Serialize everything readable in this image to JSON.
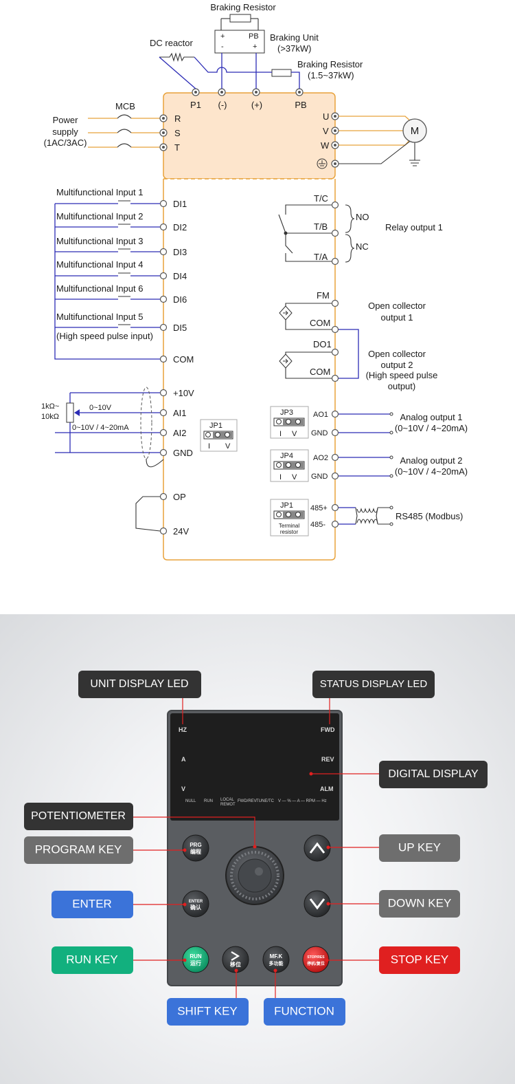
{
  "wiring": {
    "top": {
      "braking_resistor": "Braking Resistor",
      "braking_unit": "Braking Unit",
      "braking_unit_power": "(>37kW)",
      "dc_reactor": "DC reactor",
      "braking_resistor_2": "Braking Resistor",
      "braking_resistor_2_power": "(1.5~37kW)",
      "unit_plus": "+",
      "unit_pb": "PB",
      "unit_minus": "-",
      "unit_plus2": "+"
    },
    "dc_terminals": [
      "P1",
      "(-)",
      "(+)",
      "PB"
    ],
    "power": {
      "mcb": "MCB",
      "label_1": "Power",
      "label_2": "supply",
      "label_3": "(1AC/3AC)",
      "terminals": [
        "R",
        "S",
        "T"
      ]
    },
    "motor": {
      "terminals": [
        "U",
        "V",
        "W"
      ],
      "symbol": "M"
    },
    "inputs": [
      {
        "label": "Multifunctional Input 1",
        "terminal": "DI1"
      },
      {
        "label": "Multifunctional Input 2",
        "terminal": "DI2"
      },
      {
        "label": "Multifunctional Input 3",
        "terminal": "DI3"
      },
      {
        "label": "Multifunctional Input 4",
        "terminal": "DI4"
      },
      {
        "label": "Multifunctional Input 6",
        "terminal": "DI6"
      },
      {
        "label": "Multifunctional Input 5",
        "terminal": "DI5"
      }
    ],
    "input5_note": "(High speed pulse input)",
    "com": "COM",
    "analog_in": {
      "terminals": [
        "+10V",
        "AI1",
        "AI2",
        "GND"
      ],
      "pot_1": "1kΩ~",
      "pot_2": "10kΩ",
      "ai1_range": "0~10V",
      "ai2_range": "0~10V / 4~20mA",
      "jp1": "JP1",
      "i": "I",
      "v": "V"
    },
    "op": "OP",
    "v24": "24V",
    "relay": {
      "terminals": [
        "T/C",
        "T/B",
        "T/A"
      ],
      "no": "NO",
      "nc": "NC",
      "label": "Relay output 1"
    },
    "oc1": {
      "terminals": [
        "FM",
        "COM"
      ],
      "label_1": "Open collector",
      "label_2": "output 1"
    },
    "oc2": {
      "terminals": [
        "DO1",
        "COM"
      ],
      "label_1": "Open collector",
      "label_2": "output 2",
      "label_3": "(High speed pulse",
      "label_4": "output)"
    },
    "ao1": {
      "jp": "JP3",
      "i": "I",
      "v": "V",
      "terminals": [
        "AO1",
        "GND"
      ],
      "label_1": "Analog output 1",
      "label_2": "(0~10V / 4~20mA)"
    },
    "ao2": {
      "jp": "JP4",
      "i": "I",
      "v": "V",
      "terminals": [
        "AO2",
        "GND"
      ],
      "label_1": "Analog output 2",
      "label_2": "(0~10V / 4~20mA)"
    },
    "rs485": {
      "jp": "JP1",
      "note_1": "Terminal",
      "note_2": "resistor",
      "terminals": [
        "485+",
        "485-"
      ],
      "label": "RS485 (Modbus)"
    }
  },
  "keypad": {
    "callouts": {
      "unit_led": "UNIT DISPLAY LED",
      "status_led": "STATUS DISPLAY LED",
      "digital_display": "DIGITAL DISPLAY",
      "potentiometer": "POTENTIOMETER",
      "program_key": "PROGRAM KEY",
      "up_key": "UP KEY",
      "enter": "ENTER",
      "down_key": "DOWN KEY",
      "run_key": "RUN KEY",
      "stop_key": "STOP KEY",
      "shift_key": "SHIFT KEY",
      "function": "FUNCTION"
    },
    "display": {
      "hz": "HZ",
      "a": "A",
      "v": "V",
      "fwd": "FWD",
      "rev": "REV",
      "alm": "ALM",
      "status_null": "NULL",
      "status_run": "RUN",
      "status_local": "LOCAL",
      "status_remot": "REMOT",
      "status_fwd_rev": "FWD/REV",
      "status_tune": "TUNE/TC",
      "status_units": "V — % — A — RPM — Hz"
    },
    "keys": {
      "prg": "PRG",
      "prg_cn": "编程",
      "enter": "ENTER",
      "enter_cn": "确认",
      "run": "RUN",
      "run_cn": "运行",
      "shift_cn": "移位",
      "mfk": "MF.K",
      "mfk_cn": "多功能",
      "stop": "STOP/RES",
      "stop_cn": "停机/复位"
    },
    "colors": {
      "panel": "#5a5d61",
      "display": "#1e1e1e",
      "run_key": "#12b07e",
      "stop_key": "#e02020",
      "callout_blue": "#3b73d9"
    }
  }
}
